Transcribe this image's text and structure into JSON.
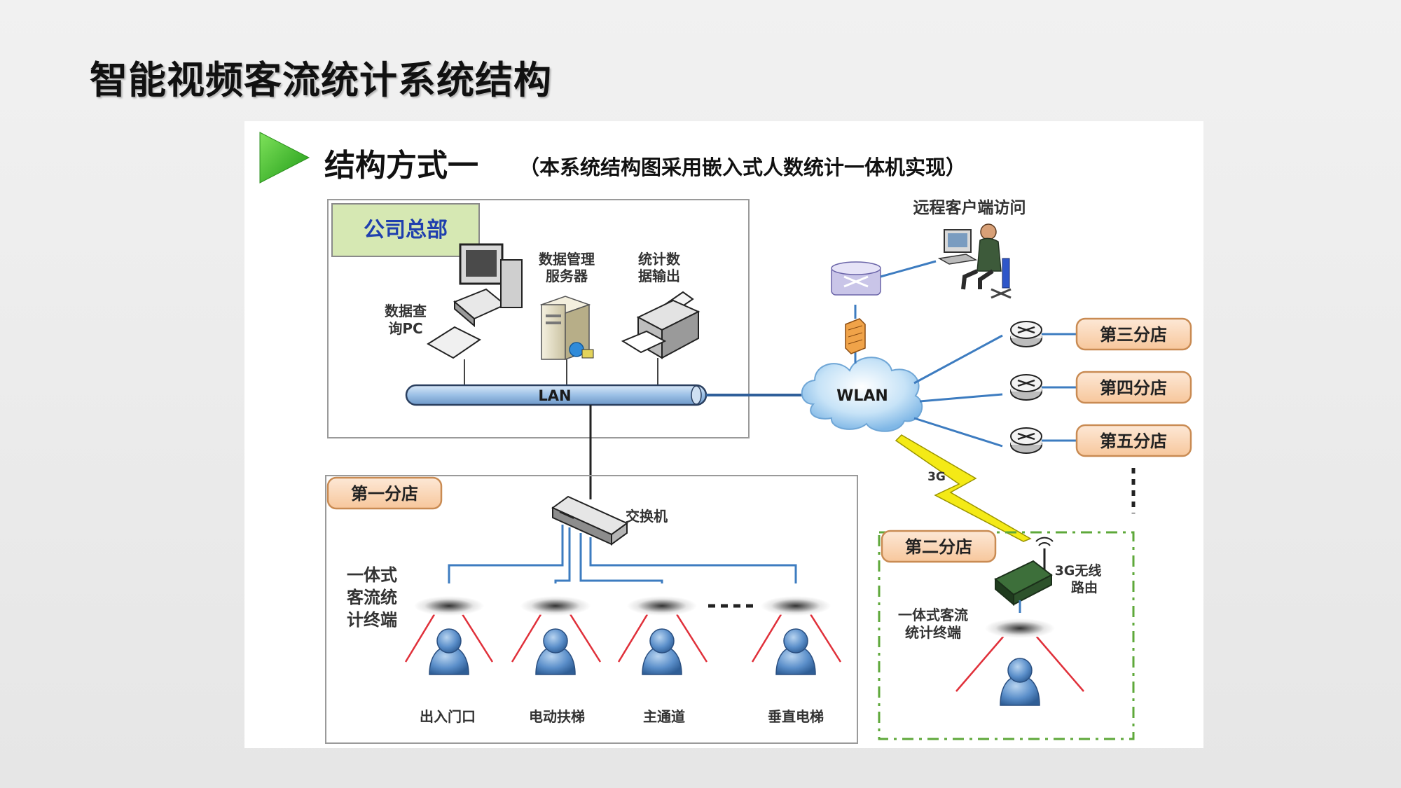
{
  "slide": {
    "title": "智能视频客流统计系统结构"
  },
  "diagram": {
    "heading": "结构方式一",
    "subheading": "（本系统结构图采用嵌入式人数统计一体机实现）",
    "hq": {
      "label": "公司总部",
      "query_pc": [
        "数据查",
        "询PC"
      ],
      "server": [
        "数据管理",
        "服务器"
      ],
      "output": [
        "统计数",
        "据输出"
      ],
      "lan": "LAN"
    },
    "remote": "远程客户端访问",
    "wlan": "WLAN",
    "link_3g": "3G",
    "branches": [
      "第三分店",
      "第四分店",
      "第五分店"
    ],
    "branch1": {
      "label": "第一分店",
      "switch": "交换机",
      "terminal": [
        "一体式",
        "客流统",
        "计终端"
      ],
      "locations": [
        "出入门口",
        "电动扶梯",
        "主通道",
        "垂直电梯"
      ]
    },
    "branch2": {
      "label": "第二分店",
      "router": [
        "3G无线",
        "路由"
      ],
      "terminal": [
        "一体式客流",
        "统计终端"
      ]
    },
    "colors": {
      "accent_green": "#3fb526",
      "hq_label_bg": "#d6e8b3",
      "branch_label_bg": "#fbd9bb",
      "branch_label_border": "#c98b53",
      "link_blue": "#3d7cc0",
      "bolt_yellow": "#f4ea16",
      "person_blue": "#4f86c6",
      "beam_red": "#e0303a"
    }
  }
}
